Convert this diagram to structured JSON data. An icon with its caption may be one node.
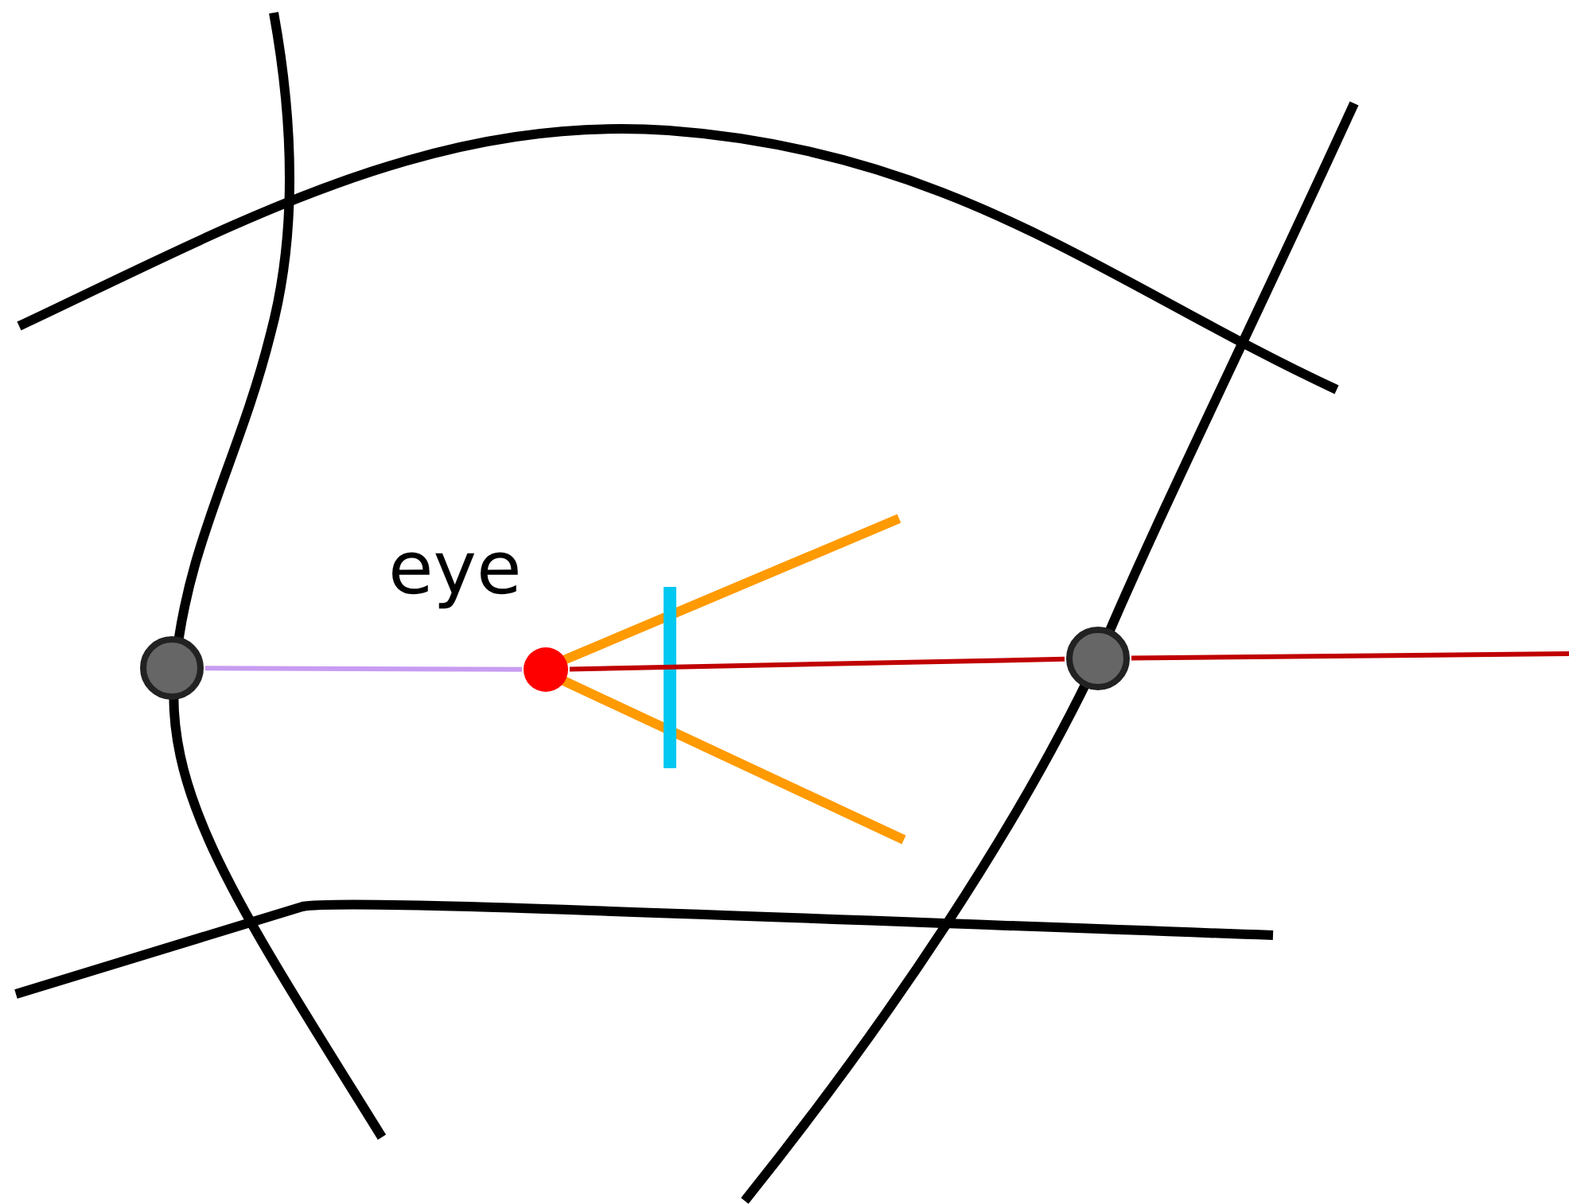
{
  "diagram": {
    "nodes": [
      {
        "text": [],
        "shape": "circle",
        "beside": [
          "eye"
        ]
      },
      {
        "text": [],
        "shape": "circle"
      },
      {
        "text": [],
        "shape": "circle"
      }
    ],
    "edges": [
      {
        "from": 1,
        "to": 0,
        "arrow": "none",
        "color": "#c89cf2"
      },
      {
        "from": 0,
        "to": 2,
        "arrow": "none",
        "color": "#c00000"
      },
      {
        "from": 2,
        "to": null,
        "arrow": "none",
        "color": "#c00000"
      }
    ]
  }
}
